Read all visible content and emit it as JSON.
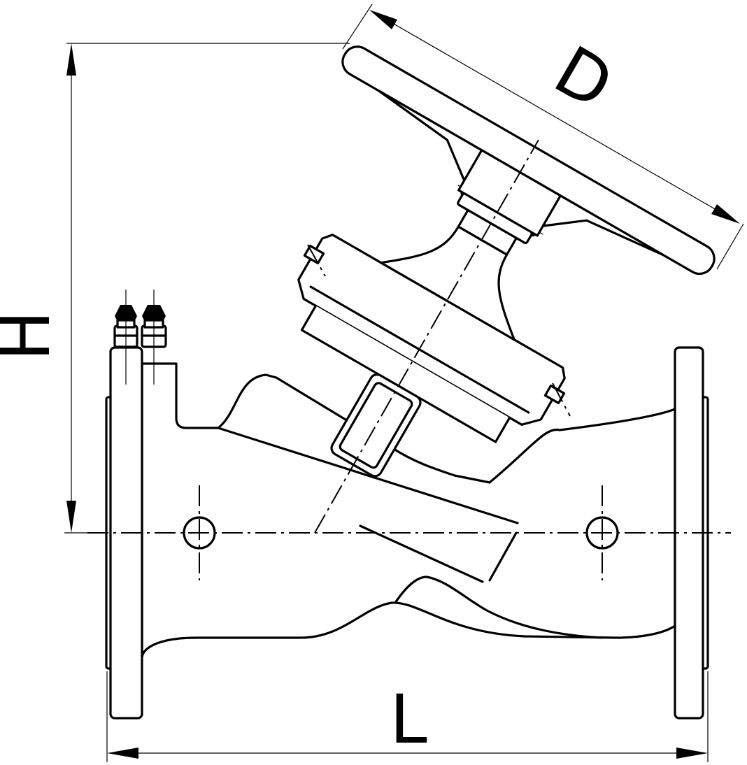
{
  "dimensions": {
    "handwheel_diameter": "D",
    "height": "H",
    "length": "L"
  }
}
